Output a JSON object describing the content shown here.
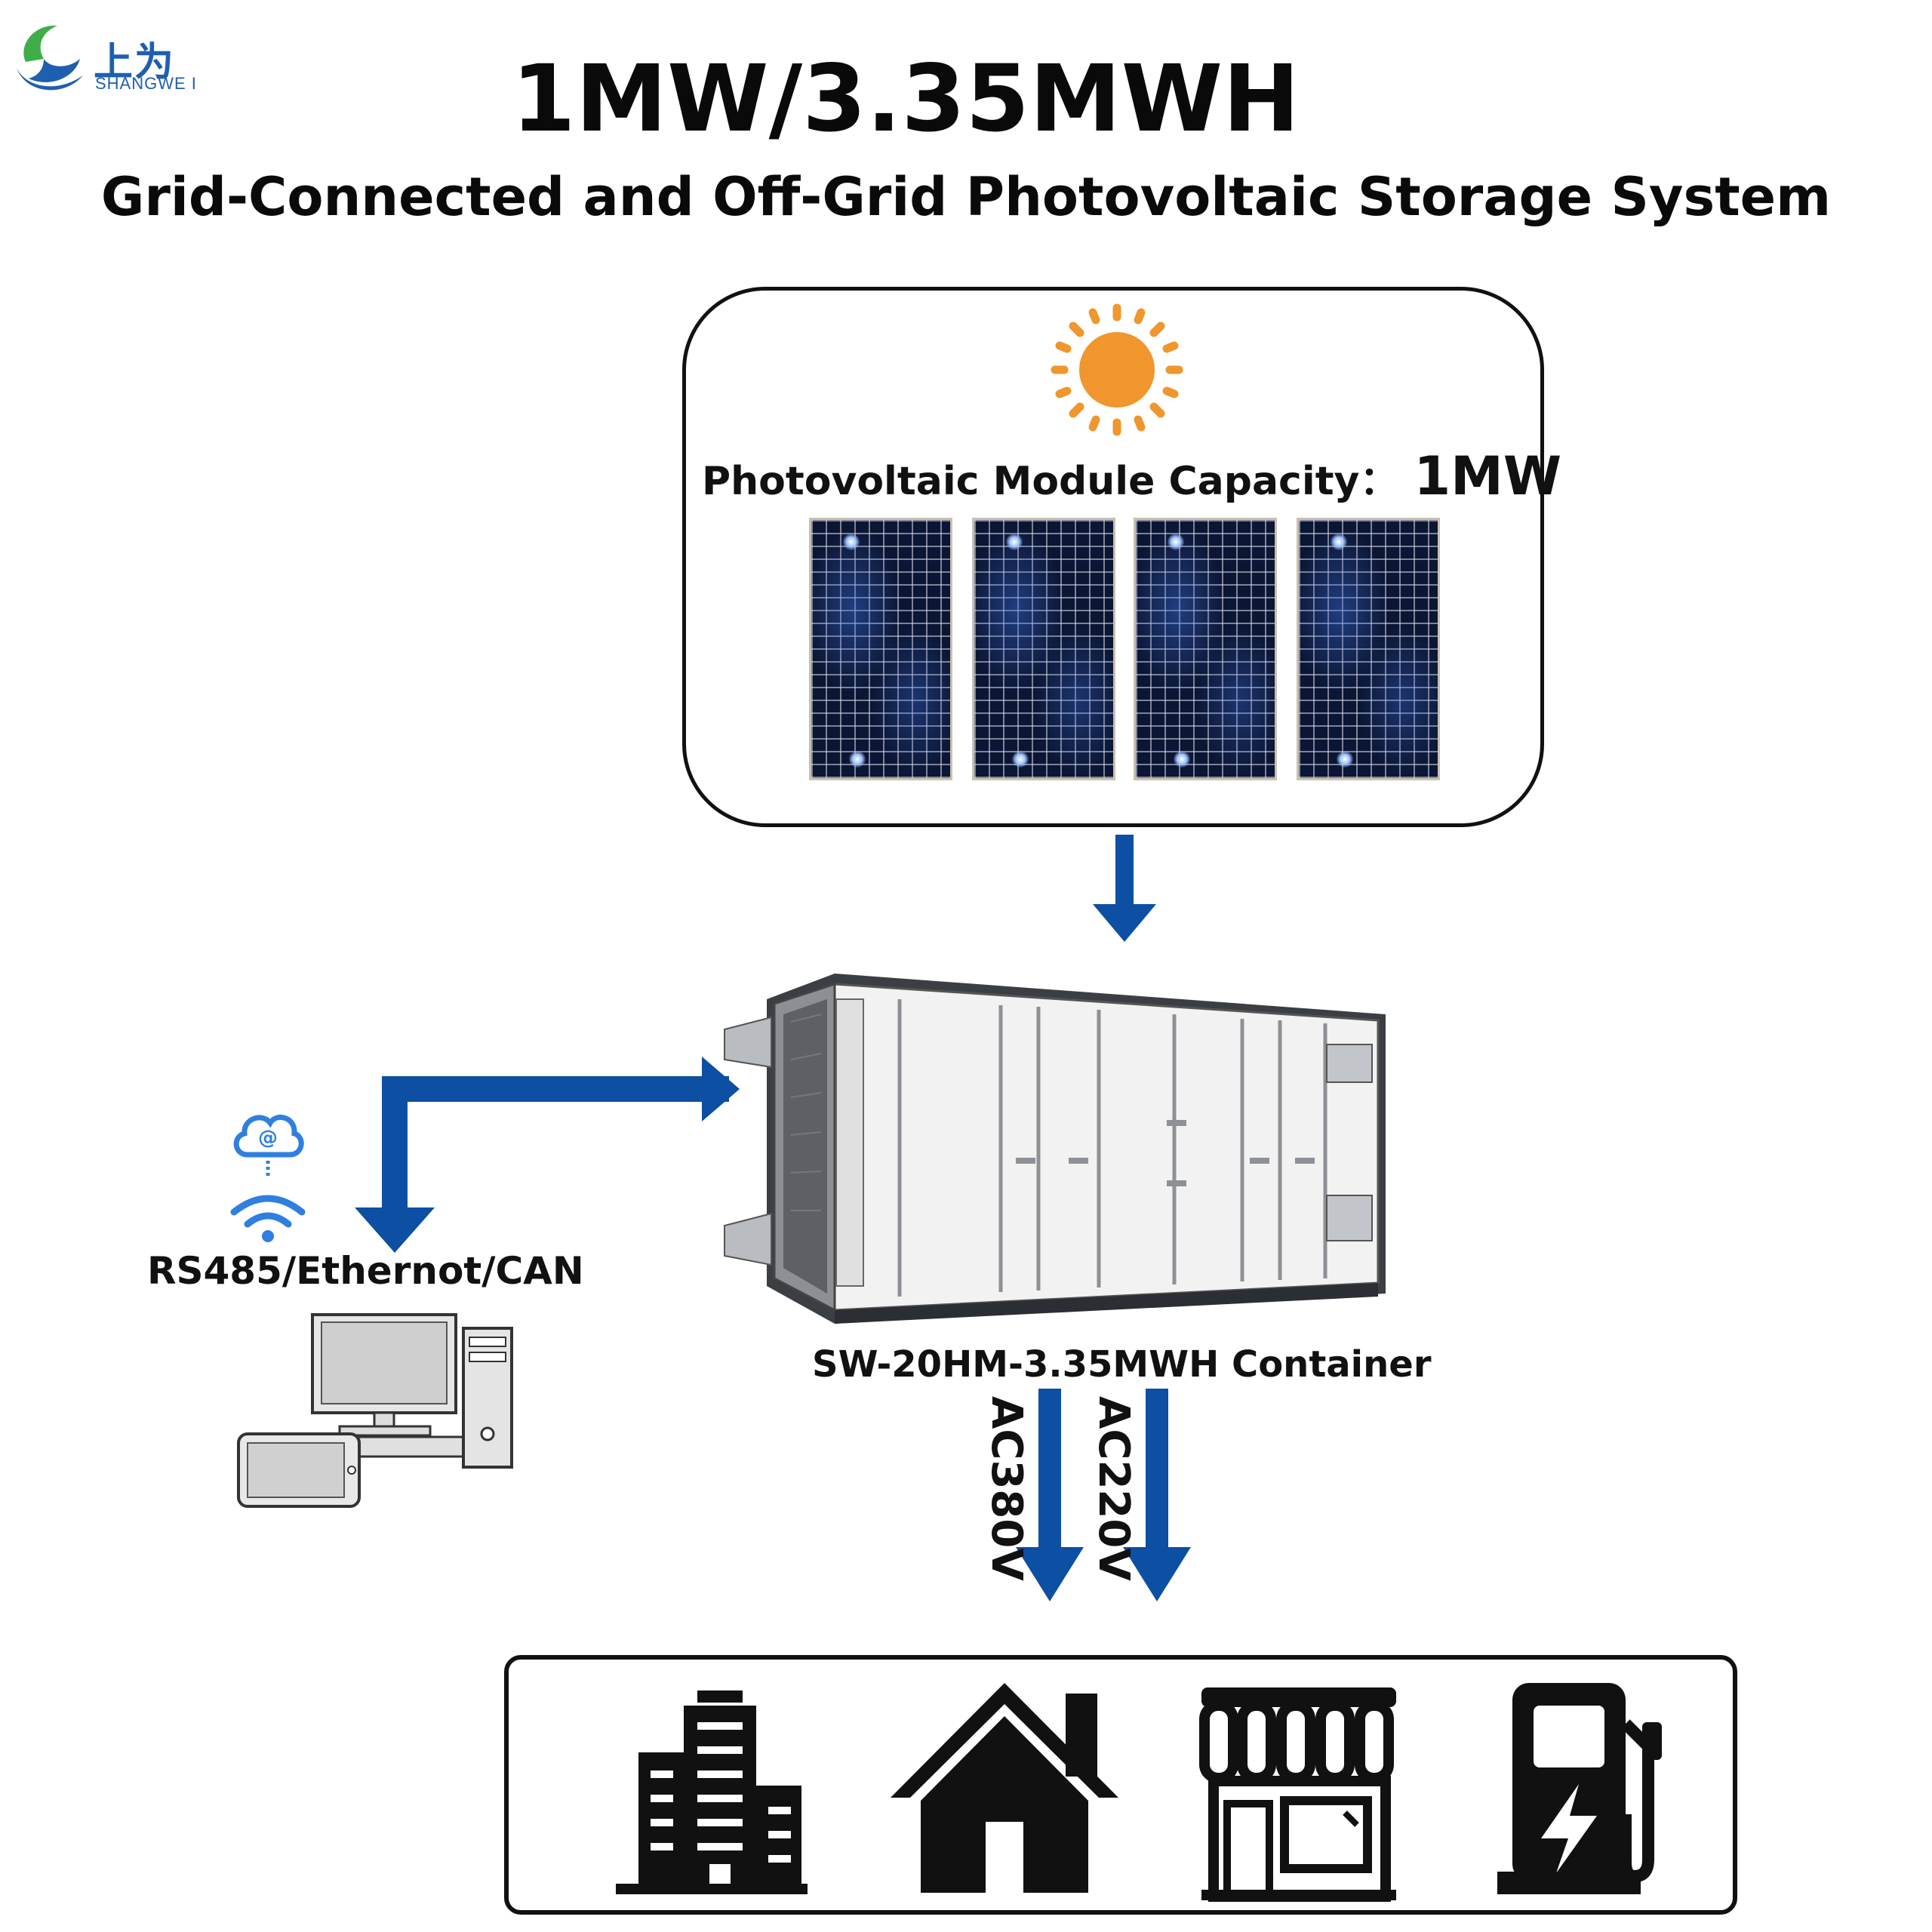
{
  "logo": {
    "brand_cn": "上为",
    "brand_en": "SHANGWE I"
  },
  "title": "1MW/3.35MWH",
  "subtitle": "Grid-Connected and Off-Grid Photovoltaic Storage System",
  "pv": {
    "label": "Photovoltaic Module Capacity：",
    "capacity": "1MW",
    "panel_count": 4
  },
  "communication": {
    "protocol_label": "RS485/Ethernot/CAN"
  },
  "container": {
    "label": "SW-20HM-3.35MWH Container"
  },
  "outputs": [
    {
      "label": "AC380V"
    },
    {
      "label": "AC220V"
    }
  ],
  "loads": [
    {
      "icon": "office-building-icon"
    },
    {
      "icon": "house-icon"
    },
    {
      "icon": "shop-icon"
    },
    {
      "icon": "ev-charging-station-icon"
    }
  ],
  "colors": {
    "arrow": "#0d4fa3",
    "sun": "#f0962c",
    "logo": "#1f5fb0",
    "outline": "#111111"
  }
}
